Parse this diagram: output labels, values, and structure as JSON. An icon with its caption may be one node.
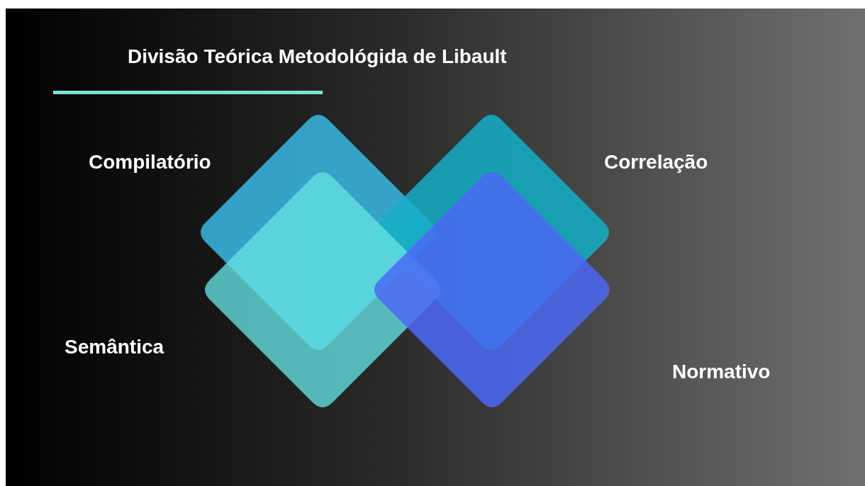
{
  "diagram": {
    "title": "Divisão Teórica Metodológida de Libault",
    "nodes": [
      {
        "text": [],
        "shape": "diamond",
        "beside": [
          "Compilatório"
        ]
      },
      {
        "text": [],
        "shape": "diamond",
        "beside": [
          "Correlação"
        ]
      },
      {
        "text": [],
        "shape": "diamond",
        "beside": [
          "Semântica"
        ]
      },
      {
        "text": [],
        "shape": "diamond",
        "beside": [
          "Normativo"
        ]
      }
    ],
    "edges": []
  }
}
